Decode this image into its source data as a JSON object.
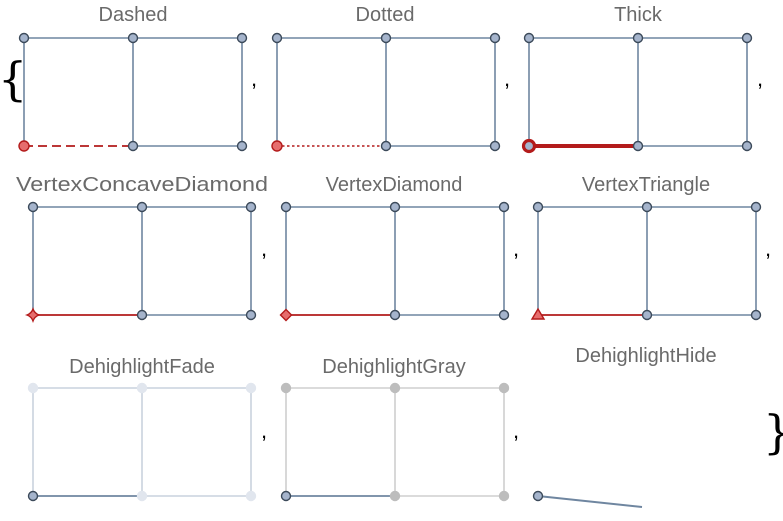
{
  "colors": {
    "edge": "#6f86a0",
    "vertex_fill": "#a5b4cc",
    "vertex_stroke": "#3c4a5a",
    "highlight": "#b31b1b",
    "highlight_vertex_fill": "#e66d6d",
    "fade_edge": "#c9d2dd",
    "fade_vertex": "#e1e6ee",
    "gray_edge": "#cfcfcf",
    "gray_vertex": "#bdbdbd",
    "title": "#6a6a6a"
  },
  "open_brace": "{",
  "close_brace": "}",
  "separator": ",",
  "cells": [
    {
      "id": "dashed",
      "title": "Dashed",
      "style": "dashed"
    },
    {
      "id": "dotted",
      "title": "Dotted",
      "style": "dotted"
    },
    {
      "id": "thick",
      "title": "Thick",
      "style": "thick"
    },
    {
      "id": "vertex-concave-diamond",
      "title": "VertexConcaveDiamond",
      "style": "concave-diamond"
    },
    {
      "id": "vertex-diamond",
      "title": "VertexDiamond",
      "style": "diamond"
    },
    {
      "id": "vertex-triangle",
      "title": "VertexTriangle",
      "style": "triangle"
    },
    {
      "id": "dehighlight-fade",
      "title": "DehighlightFade",
      "style": "fade"
    },
    {
      "id": "dehighlight-gray",
      "title": "DehighlightGray",
      "style": "gray"
    },
    {
      "id": "dehighlight-hide",
      "title": "DehighlightHide",
      "style": "hide"
    }
  ]
}
